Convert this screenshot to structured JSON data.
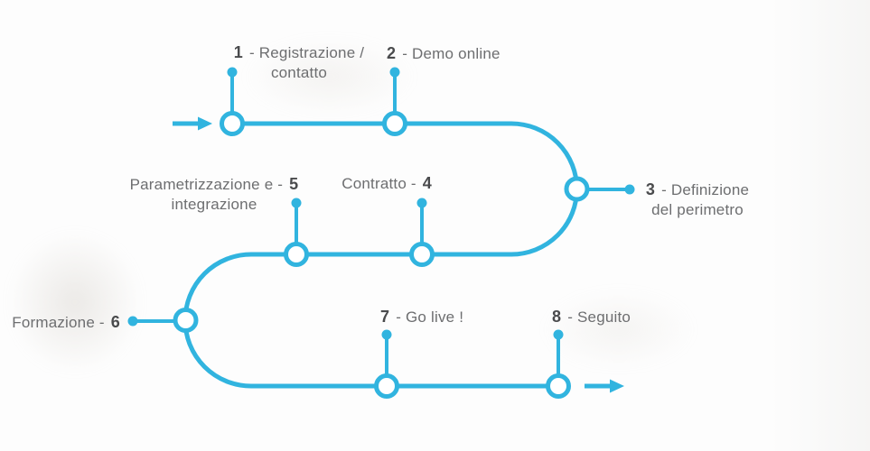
{
  "diagram": {
    "type": "process-flow-timeline",
    "language": "it",
    "colors": {
      "line": "#31b4df",
      "number": "#4a4b4d",
      "label": "#6d6e70",
      "background": "#fdfdfd"
    },
    "icons": {
      "start_arrow": "right-arrow",
      "end_arrow": "right-arrow"
    }
  },
  "steps": [
    {
      "number": "1",
      "line1": "- Registrazione /",
      "line2": "contatto"
    },
    {
      "number": "2",
      "line1": "- Demo online"
    },
    {
      "number": "3",
      "line1": "- Definizione",
      "line2": "del perimetro"
    },
    {
      "number": "4",
      "line1": "Contratto -"
    },
    {
      "number": "5",
      "line1": "Parametrizzazione e -",
      "line2": "integrazione"
    },
    {
      "number": "6",
      "line1": "Formazione -"
    },
    {
      "number": "7",
      "line1": "- Go live !"
    },
    {
      "number": "8",
      "line1": "- Seguito"
    }
  ]
}
